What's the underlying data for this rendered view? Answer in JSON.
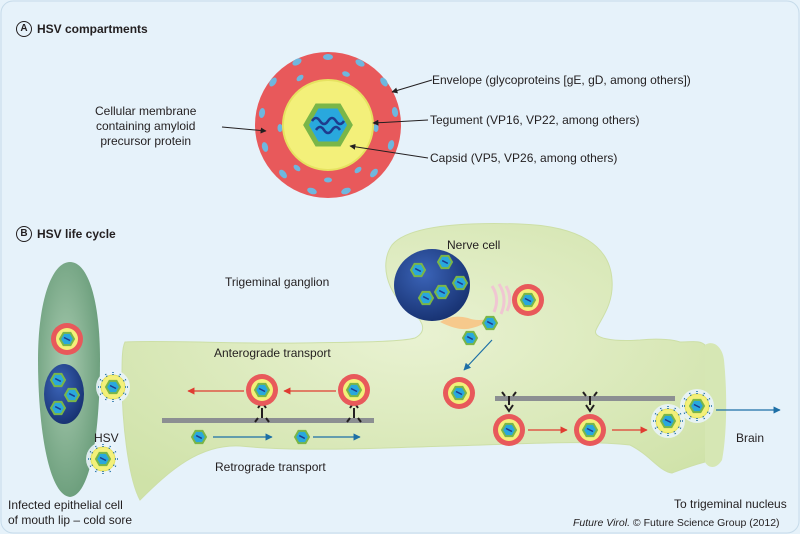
{
  "section_a": {
    "letter": "A",
    "title": "HSV compartments"
  },
  "section_b": {
    "letter": "B",
    "title": "HSV life cycle"
  },
  "labels": {
    "cellular_membrane": [
      "Cellular membrane",
      "containing amyloid",
      "precursor protein"
    ],
    "envelope": "Envelope (glycoproteins [gE, gD, among others])",
    "tegument": "Tegument (VP16, VP22, among others)",
    "capsid": "Capsid (VP5, VP26, among others)",
    "nerve_cell": "Nerve cell",
    "trigeminal_ganglion": "Trigeminal ganglion",
    "anterograde": "Anterograde transport",
    "retrograde": "Retrograde transport",
    "hsv": "HSV",
    "brain": "Brain",
    "infected_cell": [
      "Infected epithelial cell",
      "of mouth lip – cold sore"
    ],
    "to_trigeminal": "To trigeminal nucleus"
  },
  "credit": {
    "journal": "Future Virol.",
    "rest": " © Future Science Group (2012)"
  },
  "colors": {
    "background": "#e6f2fa",
    "envelope": "#e8595b",
    "tegument": "#f3f07a",
    "capsid_edge": "#7ab648",
    "capsid_fill": "#29a8dd",
    "nucleus": "#1e3c8e",
    "neuron": "#dbe9bf",
    "epithelial": "#8fb89a",
    "microtubule": "#8c8f92",
    "anterograde_arrow": "#e03c31",
    "retrograde_arrow": "#1d6fa6"
  }
}
